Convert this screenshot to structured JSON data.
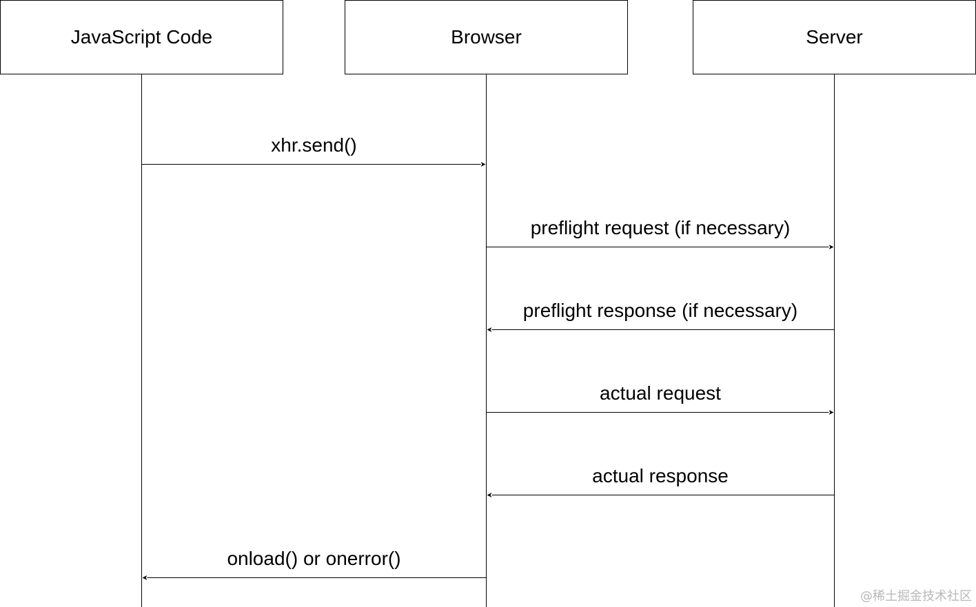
{
  "actors": {
    "javascript": "JavaScript Code",
    "browser": "Browser",
    "server": "Server"
  },
  "messages": [
    {
      "label": "xhr.send()",
      "from": "javascript",
      "to": "browser"
    },
    {
      "label": "preflight request (if necessary)",
      "from": "browser",
      "to": "server"
    },
    {
      "label": "preflight response (if necessary)",
      "from": "server",
      "to": "browser"
    },
    {
      "label": "actual request",
      "from": "browser",
      "to": "server"
    },
    {
      "label": "actual response",
      "from": "server",
      "to": "browser"
    },
    {
      "label": "onload() or onerror()",
      "from": "browser",
      "to": "javascript"
    }
  ],
  "watermark": "@稀土掘金技术社区",
  "colors": {
    "line": "#000000",
    "text": "#000000",
    "watermark": "#b8b8b8"
  }
}
